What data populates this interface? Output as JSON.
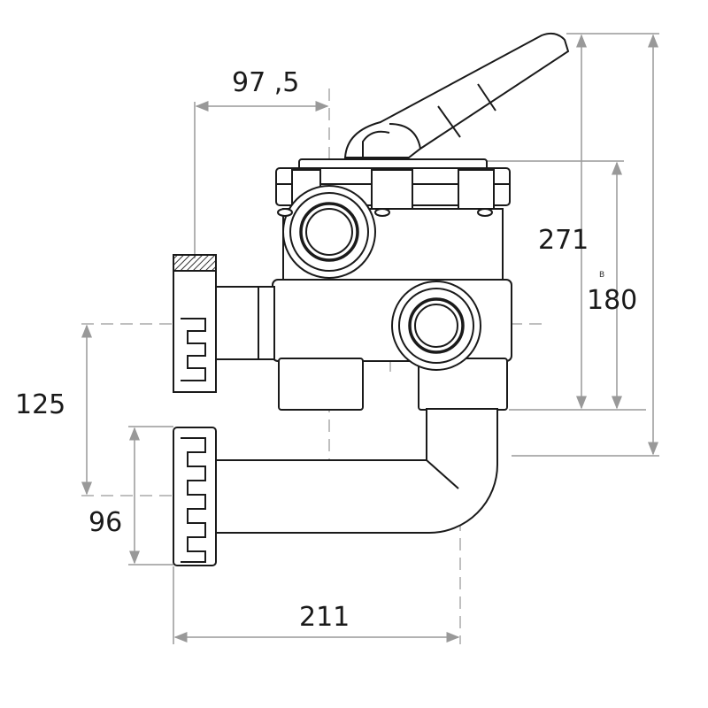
{
  "diagram": {
    "dimensions": {
      "top_offset": "97 ,5",
      "total_height": "271",
      "body_height": "180",
      "port_height": "125",
      "lower_port_height": "96",
      "total_width": "211"
    },
    "marker": "B",
    "colors": {
      "line": "#1a1a1a",
      "dimension": "#888888",
      "fill": "#ffffff"
    }
  }
}
